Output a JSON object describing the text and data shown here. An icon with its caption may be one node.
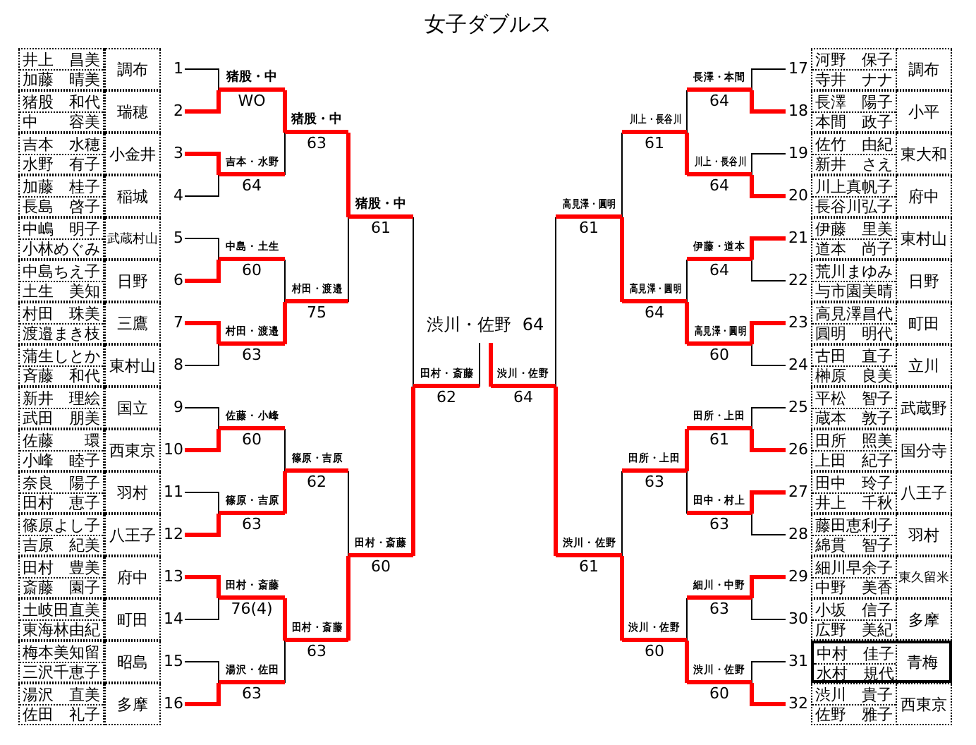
{
  "diagram": {
    "title": "女子ダブルス",
    "nodes": [
      {
        "text": [
          "井上　昌美",
          "加藤　晴美",
          "調布"
        ],
        "beside": [
          "1"
        ]
      },
      {
        "text": [
          "猪股　和代",
          "中　　容美",
          "瑞穂"
        ],
        "beside": [
          "2"
        ]
      },
      {
        "text": [
          "吉本　水穂",
          "水野　有子",
          "小金井"
        ],
        "beside": [
          "3"
        ]
      },
      {
        "text": [
          "加藤　桂子",
          "長島　啓子",
          "稲城"
        ],
        "beside": [
          "4"
        ]
      },
      {
        "text": [
          "中嶋　明子",
          "小林めぐみ",
          "武蔵村山"
        ],
        "beside": [
          "5"
        ]
      },
      {
        "text": [
          "中島ちえ子",
          "土生　美知",
          "日野"
        ],
        "beside": [
          "6"
        ]
      },
      {
        "text": [
          "村田　珠美",
          "渡邉まき枝",
          "三鷹"
        ],
        "beside": [
          "7"
        ]
      },
      {
        "text": [
          "蒲生しとか",
          "斉藤　和代",
          "東村山"
        ],
        "beside": [
          "8"
        ]
      },
      {
        "text": [
          "新井　理絵",
          "武田　朋美",
          "国立"
        ],
        "beside": [
          "9"
        ]
      },
      {
        "text": [
          "佐藤　　環",
          "小峰　睦子",
          "西東京"
        ],
        "beside": [
          "10"
        ]
      },
      {
        "text": [
          "奈良　陽子",
          "田村　恵子",
          "羽村"
        ],
        "beside": [
          "11"
        ]
      },
      {
        "text": [
          "篠原よし子",
          "吉原　紀美",
          "八王子"
        ],
        "beside": [
          "12"
        ]
      },
      {
        "text": [
          "田村　豊美",
          "斎藤　園子",
          "府中"
        ],
        "beside": [
          "13"
        ]
      },
      {
        "text": [
          "土岐田直美",
          "東海林由紀",
          "町田"
        ],
        "beside": [
          "14"
        ]
      },
      {
        "text": [
          "梅本美知留",
          "三沢千恵子",
          "昭島"
        ],
        "beside": [
          "15"
        ]
      },
      {
        "text": [
          "湯沢　直美",
          "佐田　礼子",
          "多摩"
        ],
        "beside": [
          "16"
        ]
      },
      {
        "text": [
          "河野　保子",
          "寺井　ナナ",
          "調布"
        ],
        "beside": [
          "17"
        ]
      },
      {
        "text": [
          "長澤　陽子",
          "本間　政子",
          "小平"
        ],
        "beside": [
          "18"
        ]
      },
      {
        "text": [
          "佐竹　由紀",
          "新井　さえ",
          "東大和"
        ],
        "beside": [
          "19"
        ]
      },
      {
        "text": [
          "川上真帆子",
          "長谷川弘子",
          "府中"
        ],
        "beside": [
          "20"
        ]
      },
      {
        "text": [
          "伊藤　里美",
          "道本　尚子",
          "東村山"
        ],
        "beside": [
          "21"
        ]
      },
      {
        "text": [
          "荒川まゆみ",
          "与市園美晴",
          "日野"
        ],
        "beside": [
          "22"
        ]
      },
      {
        "text": [
          "高見澤昌代",
          "圓明　明代",
          "町田"
        ],
        "beside": [
          "23"
        ]
      },
      {
        "text": [
          "古田　直子",
          "榊原　良美",
          "立川"
        ],
        "beside": [
          "24"
        ]
      },
      {
        "text": [
          "平松　智子",
          "蔵本　敦子",
          "武蔵野"
        ],
        "beside": [
          "25"
        ]
      },
      {
        "text": [
          "田所　照美",
          "上田　紀子",
          "国分寺"
        ],
        "beside": [
          "26"
        ]
      },
      {
        "text": [
          "田中　玲子",
          "井上　千秋",
          "八王子"
        ],
        "beside": [
          "27"
        ]
      },
      {
        "text": [
          "藤田恵利子",
          "綿貫　智子",
          "羽村"
        ],
        "beside": [
          "28"
        ]
      },
      {
        "text": [
          "細川早余子",
          "中野　美香",
          "東久留米"
        ],
        "beside": [
          "29"
        ]
      },
      {
        "text": [
          "小坂　信子",
          "広野　美紀",
          "多摩"
        ],
        "beside": [
          "30"
        ]
      },
      {
        "text": [
          "中村　佳子",
          "水村　規代",
          "青梅"
        ],
        "beside": [
          "31"
        ]
      },
      {
        "text": [
          "渋川　貴子",
          "佐野　雅子",
          "西東京"
        ],
        "beside": [
          "32"
        ]
      },
      {
        "text": [
          "猪股・中",
          "WO"
        ]
      },
      {
        "text": [
          "吉本・水野",
          "64"
        ]
      },
      {
        "text": [
          "中島・土生",
          "60"
        ]
      },
      {
        "text": [
          "村田・渡邉",
          "63"
        ]
      },
      {
        "text": [
          "佐藤・小峰",
          "60"
        ]
      },
      {
        "text": [
          "篠原・吉原",
          "63"
        ]
      },
      {
        "text": [
          "田村・斎藤",
          "76(4)"
        ]
      },
      {
        "text": [
          "湯沢・佐田",
          "63"
        ]
      },
      {
        "text": [
          "長澤・本間",
          "64"
        ]
      },
      {
        "text": [
          "川上・長谷川",
          "64"
        ]
      },
      {
        "text": [
          "伊藤・道本",
          "64"
        ]
      },
      {
        "text": [
          "高見澤・圓明",
          "60"
        ]
      },
      {
        "text": [
          "田所・上田",
          "61"
        ]
      },
      {
        "text": [
          "田中・村上",
          "63"
        ]
      },
      {
        "text": [
          "細川・中野",
          "63"
        ]
      },
      {
        "text": [
          "渋川・佐野",
          "60"
        ]
      },
      {
        "text": [
          "猪股・中",
          "63"
        ]
      },
      {
        "text": [
          "村田・渡邉",
          "75"
        ]
      },
      {
        "text": [
          "篠原・吉原",
          "62"
        ]
      },
      {
        "text": [
          "田村・斎藤",
          "63"
        ]
      },
      {
        "text": [
          "川上・長谷川",
          "61"
        ]
      },
      {
        "text": [
          "高見澤・圓明",
          "64"
        ]
      },
      {
        "text": [
          "田所・上田",
          "63"
        ]
      },
      {
        "text": [
          "渋川・佐野",
          "60"
        ]
      },
      {
        "text": [
          "猪股・中",
          "61"
        ]
      },
      {
        "text": [
          "田村・斎藤",
          "60"
        ]
      },
      {
        "text": [
          "高見澤・圓明",
          "61"
        ]
      },
      {
        "text": [
          "渋川・佐野",
          "61"
        ]
      },
      {
        "text": [
          "田村・斎藤",
          "62"
        ]
      },
      {
        "text": [
          "渋川・佐野",
          "64"
        ]
      },
      {
        "text": [
          "渋川・佐野",
          "64"
        ]
      }
    ],
    "edges": [
      {
        "from": 0,
        "to": 32,
        "arrow": "none"
      },
      {
        "from": 1,
        "to": 32,
        "arrow": "none",
        "style": "thick",
        "color": "#ff0000"
      },
      {
        "from": 2,
        "to": 33,
        "arrow": "none",
        "style": "thick",
        "color": "#ff0000"
      },
      {
        "from": 3,
        "to": 33,
        "arrow": "none"
      },
      {
        "from": 4,
        "to": 34,
        "arrow": "none"
      },
      {
        "from": 5,
        "to": 34,
        "arrow": "none",
        "style": "thick",
        "color": "#ff0000"
      },
      {
        "from": 6,
        "to": 35,
        "arrow": "none",
        "style": "thick",
        "color": "#ff0000"
      },
      {
        "from": 7,
        "to": 35,
        "arrow": "none"
      },
      {
        "from": 8,
        "to": 36,
        "arrow": "none"
      },
      {
        "from": 9,
        "to": 36,
        "arrow": "none",
        "style": "thick",
        "color": "#ff0000"
      },
      {
        "from": 10,
        "to": 37,
        "arrow": "none"
      },
      {
        "from": 11,
        "to": 37,
        "arrow": "none",
        "style": "thick",
        "color": "#ff0000"
      },
      {
        "from": 12,
        "to": 38,
        "arrow": "none",
        "style": "thick",
        "color": "#ff0000"
      },
      {
        "from": 13,
        "to": 38,
        "arrow": "none"
      },
      {
        "from": 14,
        "to": 39,
        "arrow": "none"
      },
      {
        "from": 15,
        "to": 39,
        "arrow": "none",
        "style": "thick",
        "color": "#ff0000"
      },
      {
        "from": 16,
        "to": 40,
        "arrow": "none"
      },
      {
        "from": 17,
        "to": 40,
        "arrow": "none",
        "style": "thick",
        "color": "#ff0000"
      },
      {
        "from": 18,
        "to": 41,
        "arrow": "none"
      },
      {
        "from": 19,
        "to": 41,
        "arrow": "none",
        "style": "thick",
        "color": "#ff0000"
      },
      {
        "from": 20,
        "to": 42,
        "arrow": "none",
        "style": "thick",
        "color": "#ff0000"
      },
      {
        "from": 21,
        "to": 42,
        "arrow": "none"
      },
      {
        "from": 22,
        "to": 43,
        "arrow": "none",
        "style": "thick",
        "color": "#ff0000"
      },
      {
        "from": 23,
        "to": 43,
        "arrow": "none"
      },
      {
        "from": 24,
        "to": 44,
        "arrow": "none"
      },
      {
        "from": 25,
        "to": 44,
        "arrow": "none",
        "style": "thick",
        "color": "#ff0000"
      },
      {
        "from": 26,
        "to": 45,
        "arrow": "none",
        "style": "thick",
        "color": "#ff0000"
      },
      {
        "from": 27,
        "to": 45,
        "arrow": "none"
      },
      {
        "from": 28,
        "to": 46,
        "arrow": "none",
        "style": "thick",
        "color": "#ff0000"
      },
      {
        "from": 29,
        "to": 46,
        "arrow": "none"
      },
      {
        "from": 30,
        "to": 47,
        "arrow": "none"
      },
      {
        "from": 31,
        "to": 47,
        "arrow": "none",
        "style": "thick",
        "color": "#ff0000"
      },
      {
        "from": 32,
        "to": 48,
        "arrow": "none",
        "style": "thick",
        "color": "#ff0000"
      },
      {
        "from": 33,
        "to": 48,
        "arrow": "none"
      },
      {
        "from": 34,
        "to": 49,
        "arrow": "none"
      },
      {
        "from": 35,
        "to": 49,
        "arrow": "none",
        "style": "thick",
        "color": "#ff0000"
      },
      {
        "from": 36,
        "to": 50,
        "arrow": "none"
      },
      {
        "from": 37,
        "to": 50,
        "arrow": "none",
        "style": "thick",
        "color": "#ff0000"
      },
      {
        "from": 38,
        "to": 51,
        "arrow": "none",
        "style": "thick",
        "color": "#ff0000"
      },
      {
        "from": 39,
        "to": 51,
        "arrow": "none"
      },
      {
        "from": 40,
        "to": 52,
        "arrow": "none"
      },
      {
        "from": 41,
        "to": 52,
        "arrow": "none",
        "style": "thick",
        "color": "#ff0000"
      },
      {
        "from": 42,
        "to": 53,
        "arrow": "none"
      },
      {
        "from": 43,
        "to": 53,
        "arrow": "none",
        "style": "thick",
        "color": "#ff0000"
      },
      {
        "from": 44,
        "to": 54,
        "arrow": "none",
        "style": "thick",
        "color": "#ff0000"
      },
      {
        "from": 45,
        "to": 54,
        "arrow": "none"
      },
      {
        "from": 46,
        "to": 55,
        "arrow": "none"
      },
      {
        "from": 47,
        "to": 55,
        "arrow": "none",
        "style": "thick",
        "color": "#ff0000"
      },
      {
        "from": 48,
        "to": 56,
        "arrow": "none",
        "style": "thick",
        "color": "#ff0000"
      },
      {
        "from": 49,
        "to": 56,
        "arrow": "none"
      },
      {
        "from": 50,
        "to": 57,
        "arrow": "none"
      },
      {
        "from": 51,
        "to": 57,
        "arrow": "none",
        "style": "thick",
        "color": "#ff0000"
      },
      {
        "from": 52,
        "to": 58,
        "arrow": "none"
      },
      {
        "from": 53,
        "to": 58,
        "arrow": "none",
        "style": "thick",
        "color": "#ff0000"
      },
      {
        "from": 54,
        "to": 59,
        "arrow": "none"
      },
      {
        "from": 55,
        "to": 59,
        "arrow": "none",
        "style": "thick",
        "color": "#ff0000"
      },
      {
        "from": 56,
        "to": 60,
        "arrow": "none"
      },
      {
        "from": 57,
        "to": 60,
        "arrow": "none",
        "style": "thick",
        "color": "#ff0000"
      },
      {
        "from": 58,
        "to": 61,
        "arrow": "none"
      },
      {
        "from": 59,
        "to": 61,
        "arrow": "none",
        "style": "thick",
        "color": "#ff0000"
      },
      {
        "from": 60,
        "to": 62,
        "arrow": "none"
      },
      {
        "from": 61,
        "to": 62,
        "arrow": "none",
        "style": "thick",
        "color": "#ff0000"
      }
    ]
  }
}
